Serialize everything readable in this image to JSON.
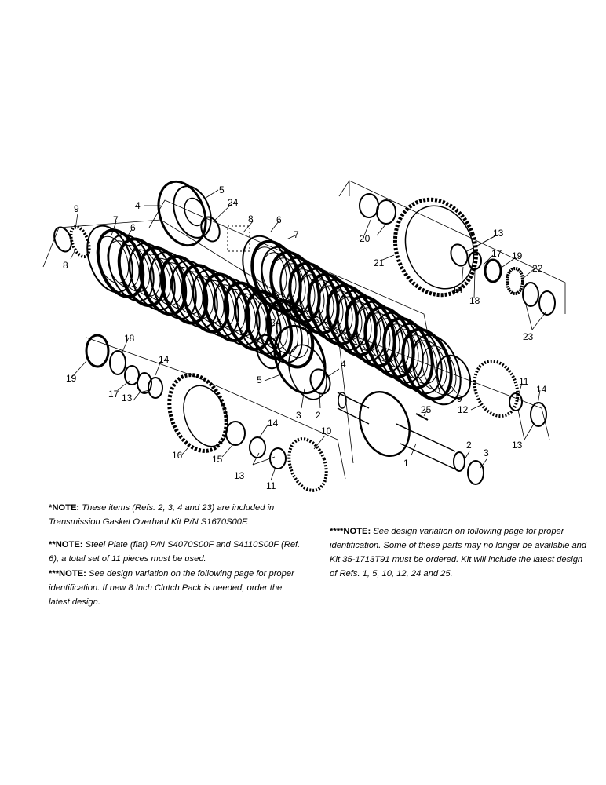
{
  "diagram": {
    "callouts": {
      "c1": "1",
      "c2a": "2",
      "c2b": "2",
      "c3a": "3",
      "c3b": "3",
      "c4a": "4",
      "c4b": "4",
      "c5a": "5",
      "c5b": "5",
      "c6a": "6",
      "c6b": "6",
      "c7a": "7",
      "c7b": "7",
      "c8a": "8",
      "c8b": "8",
      "c9a": "9",
      "c9b": "9",
      "c10": "10",
      "c11a": "11",
      "c11b": "11",
      "c12": "12",
      "c13a": "13",
      "c13b": "13",
      "c13c": "13",
      "c13d": "13",
      "c14a": "14",
      "c14b": "14",
      "c14c": "14",
      "c14d": "14",
      "c15": "15",
      "c16": "16",
      "c17a": "17",
      "c17b": "17",
      "c18a": "18",
      "c18b": "18",
      "c19a": "19",
      "c19b": "19",
      "c20": "20",
      "c21": "21",
      "c22": "22",
      "c23": "23",
      "c24a": "24",
      "c24b": "24",
      "c25": "25"
    }
  },
  "notes": {
    "n1": {
      "tag": "*NOTE:",
      "text": " These items (Refs. 2, 3, 4 and 23) are included in Transmission Gasket Overhaul Kit P/N S1670S00F."
    },
    "n2": {
      "tag": "**NOTE:",
      "text": " Steel Plate (flat) P/N S4070S00F and S4110S00F (Ref. 6), a total set of 11 pieces must be used."
    },
    "n3": {
      "tag": "***NOTE:",
      "text": " See design variation on the following page for proper identification. If new 8 Inch Clutch Pack is needed, order the latest design."
    },
    "n4": {
      "tag": "****NOTE:",
      "text": " See design variation on following page for proper identification. Some of these parts may no longer be available and Kit 35-1713T91 must be ordered. Kit will include the latest design of Refs. 1, 5, 10, 12, 24 and 25."
    }
  }
}
